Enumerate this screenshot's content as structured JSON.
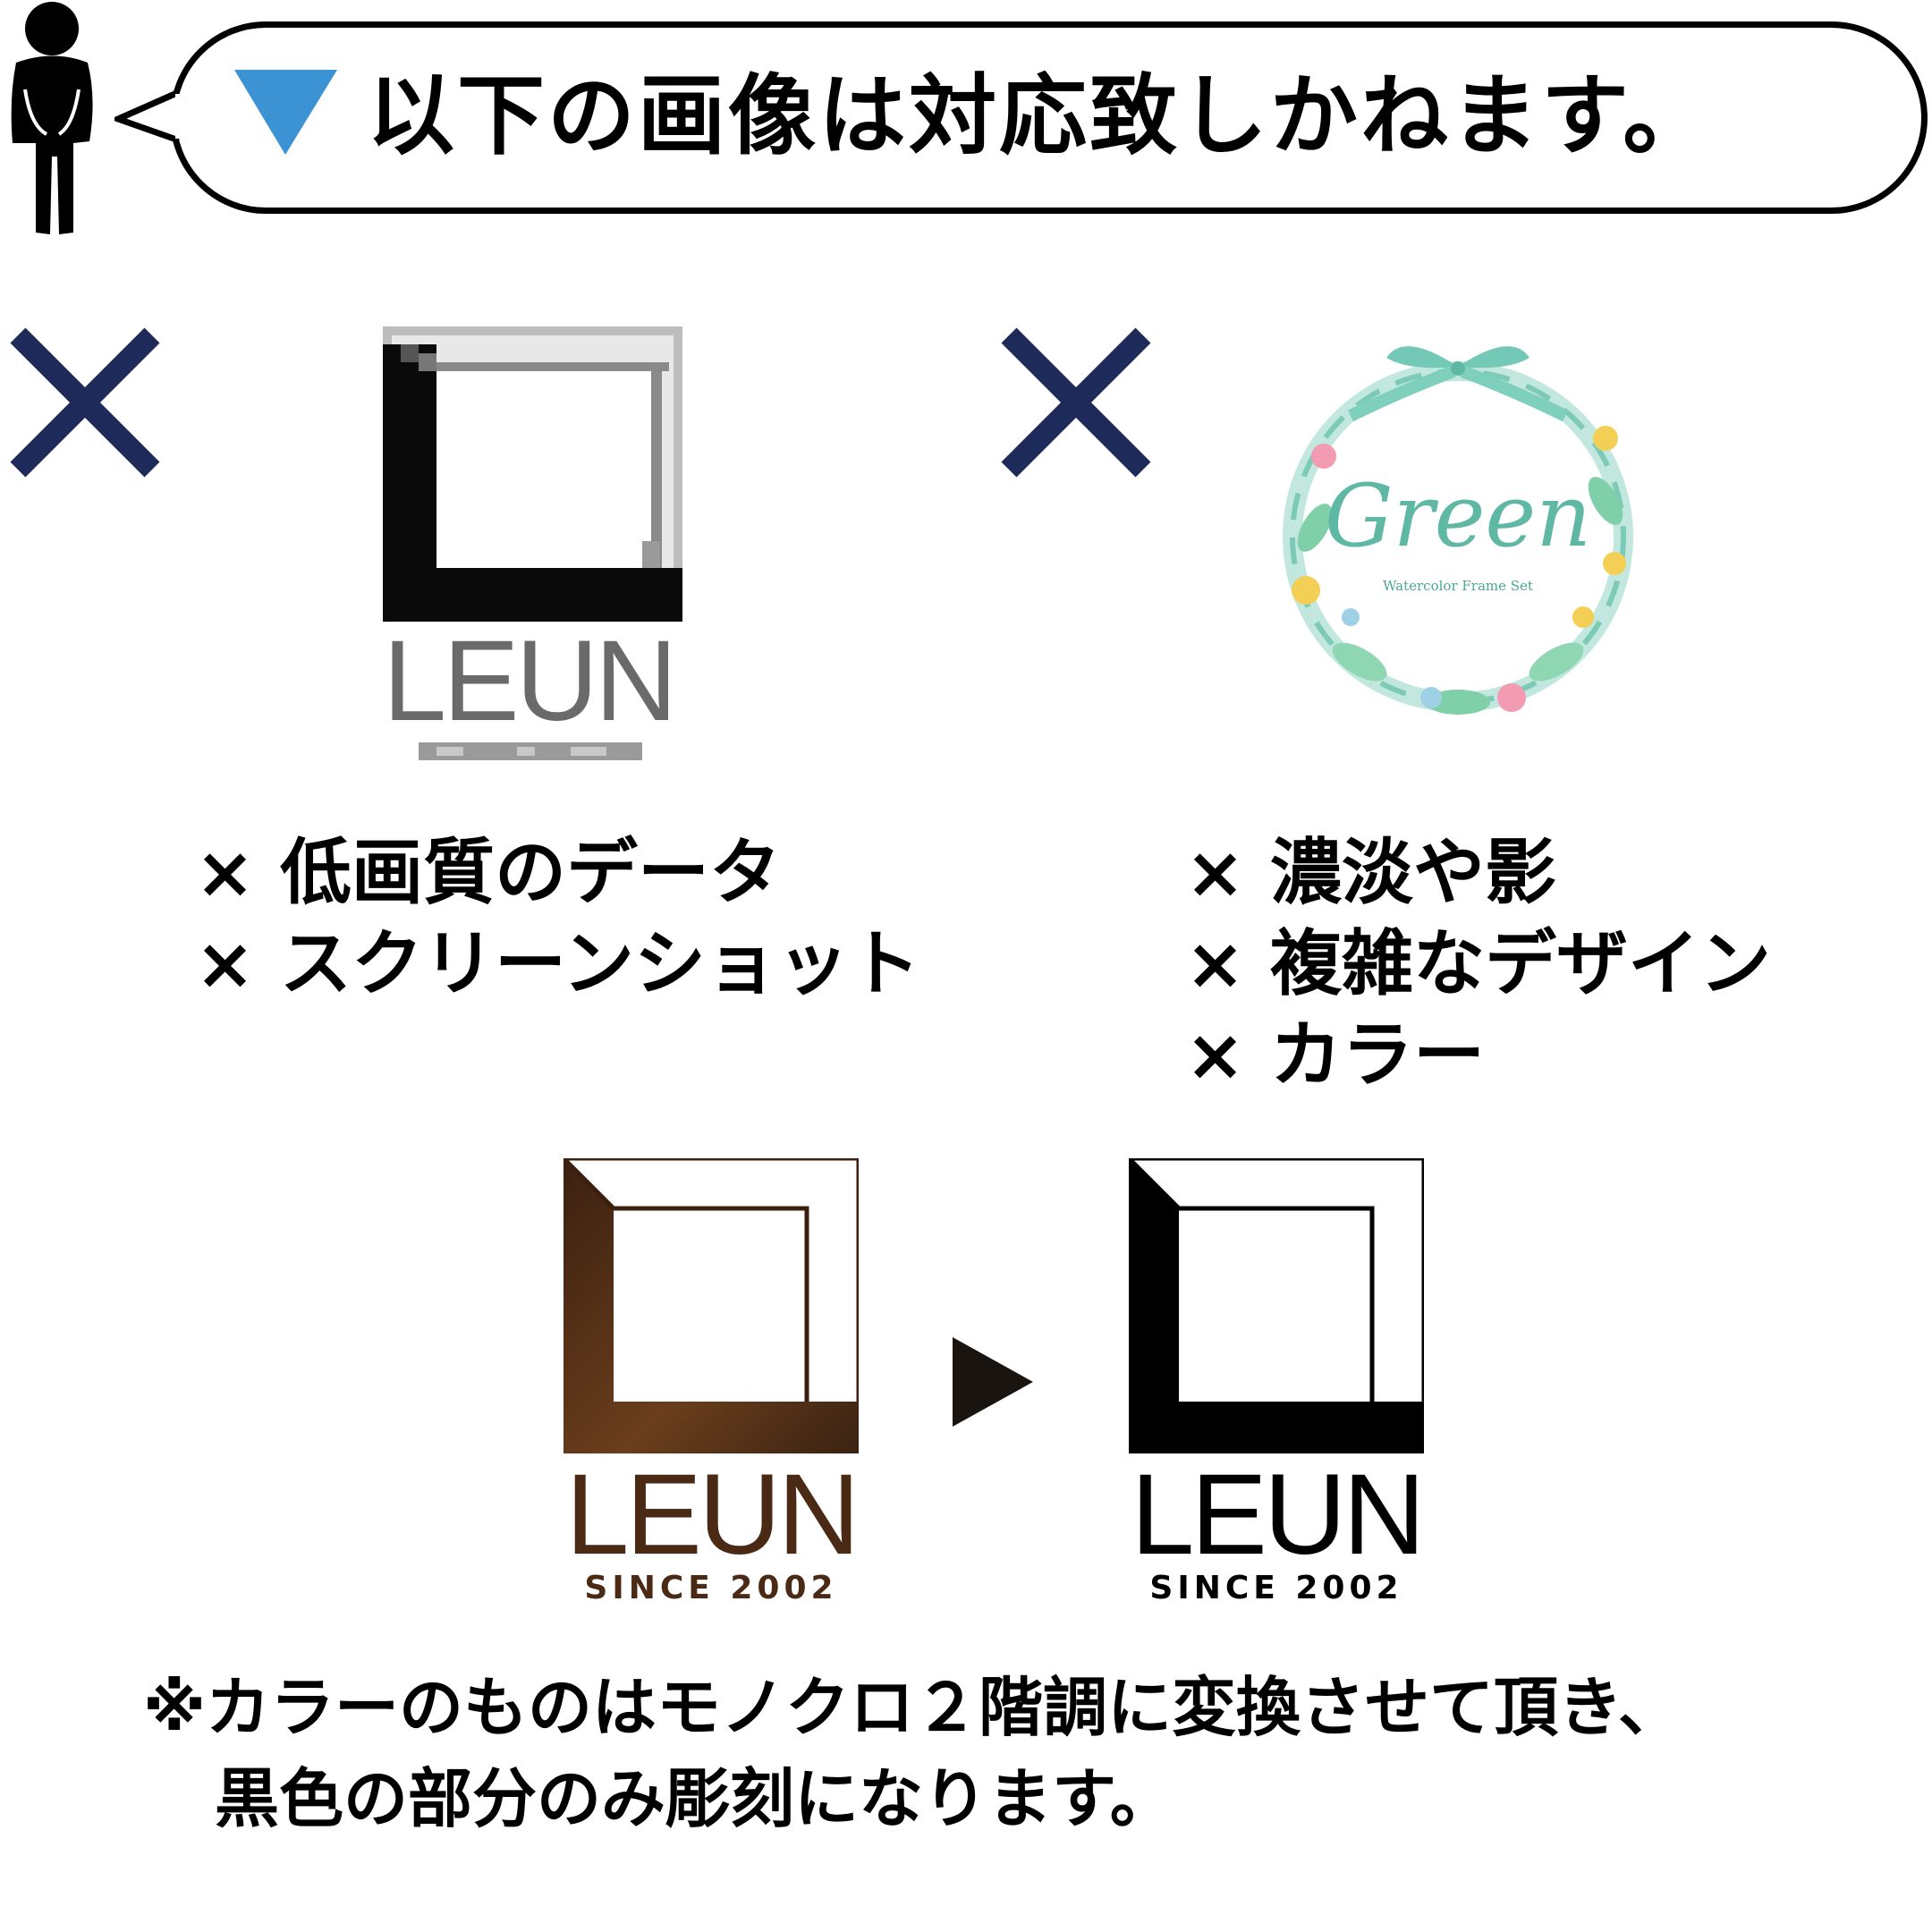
{
  "header": {
    "message": "以下の画像は対応致しかねます。",
    "accent_color": "#3b93d3"
  },
  "icons": {
    "person": "bowing-person-icon",
    "marker": "down-triangle-icon",
    "reject": "cross-icon",
    "arrow": "right-arrow-icon"
  },
  "colors": {
    "cross": "#1d2a5a",
    "brown": "#5a341a"
  },
  "left_list": {
    "items": [
      {
        "mark": "×",
        "text": "低画質のデータ"
      },
      {
        "mark": "×",
        "text": "スクリーンショット"
      }
    ]
  },
  "right_list": {
    "items": [
      {
        "mark": "×",
        "text": "濃淡や影"
      },
      {
        "mark": "×",
        "text": "複雑なデザイン"
      },
      {
        "mark": "×",
        "text": "カラー"
      }
    ]
  },
  "pixel_logo": {
    "word": "LEUN"
  },
  "wreath": {
    "title": "Green",
    "subtitle": "Watercolor Frame Set"
  },
  "color_logo": {
    "word": "LEUN",
    "since": "SINCE 2002"
  },
  "mono_logo": {
    "word": "LEUN",
    "since": "SINCE 2002"
  },
  "note": {
    "line1": "※カラーのものはモノクロ２階調に変換させて頂き、",
    "line2": "黒色の部分のみ彫刻になります。"
  }
}
